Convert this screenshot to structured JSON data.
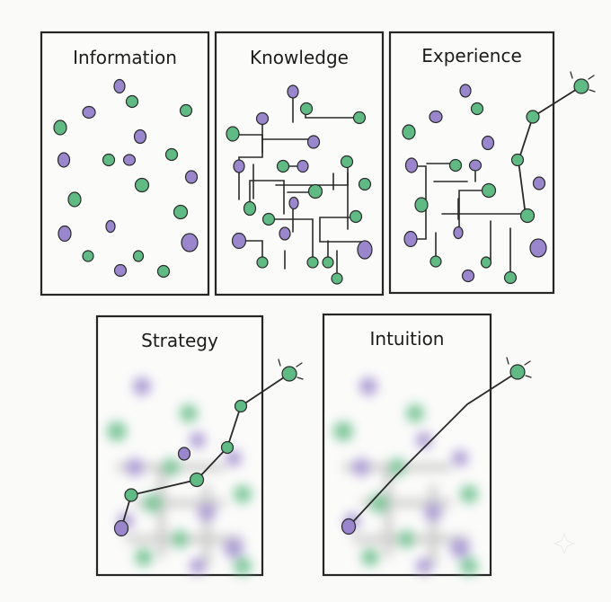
{
  "colors": {
    "green": "#5fba84",
    "purple": "#9a86cc",
    "ink": "#262626",
    "background": "#fafaf8"
  },
  "panels": [
    {
      "id": "information",
      "title": "Information"
    },
    {
      "id": "knowledge",
      "title": "Knowledge"
    },
    {
      "id": "experience",
      "title": "Experience"
    },
    {
      "id": "strategy",
      "title": "Strategy"
    },
    {
      "id": "intuition",
      "title": "Intuition"
    }
  ]
}
